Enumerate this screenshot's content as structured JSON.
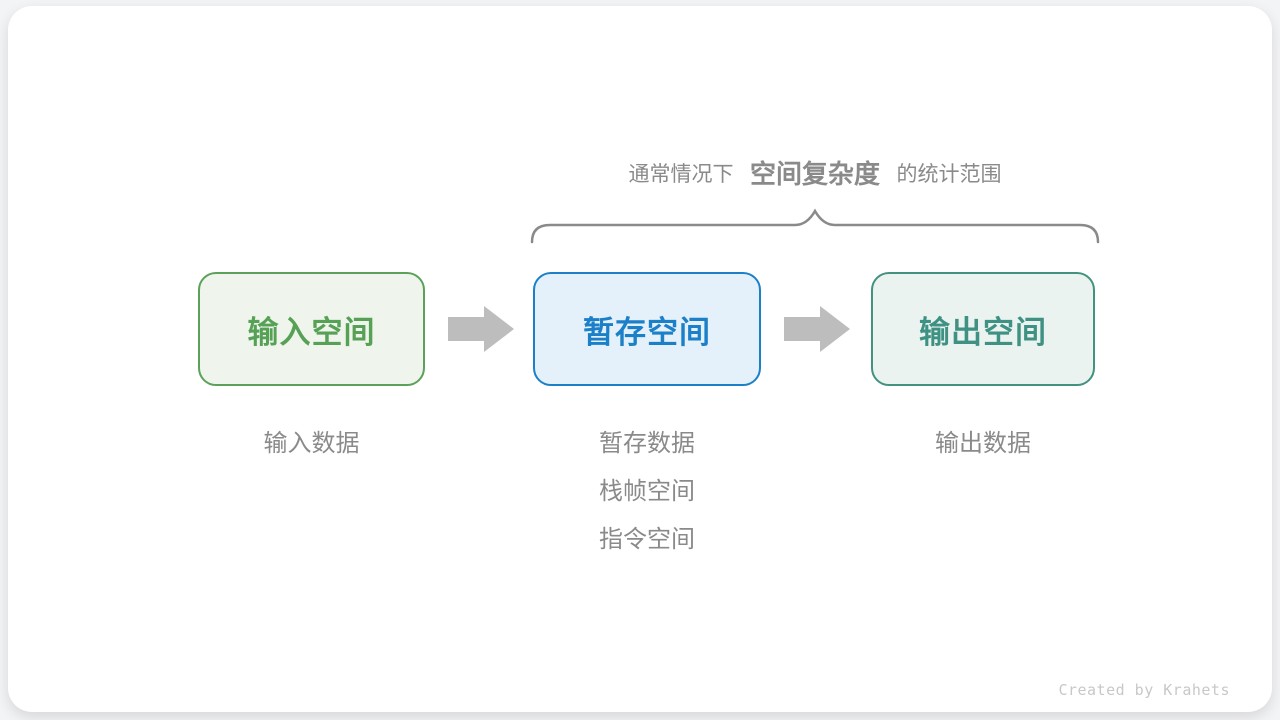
{
  "page": {
    "background_color": "#f3f4f6",
    "card_background_color": "#ffffff"
  },
  "header": {
    "prefix": "通常情况下",
    "highlight": "空间复杂度",
    "suffix": "的统计范围",
    "text_color": "#8a8a8a"
  },
  "brace": {
    "color": "#8a8a8a",
    "spans": "temp-space and output-space"
  },
  "flow": {
    "arrow_color": "#bdbdbd",
    "boxes": [
      {
        "id": "input-space",
        "label": "输入空间",
        "border_color": "#5ba15a",
        "background_color": "#eff5ec",
        "text_color": "#57a157"
      },
      {
        "id": "temp-space",
        "label": "暂存空间",
        "border_color": "#1c80c8",
        "background_color": "#e4f0fa",
        "text_color": "#1c80c8"
      },
      {
        "id": "output-space",
        "label": "输出空间",
        "border_color": "#43917f",
        "background_color": "#eaf3f0",
        "text_color": "#3f9183"
      }
    ]
  },
  "annotations": {
    "text_color": "#8a8a8a",
    "input_items": [
      "输入数据"
    ],
    "temp_items": [
      "暂存数据",
      "栈帧空间",
      "指令空间"
    ],
    "output_items": [
      "输出数据"
    ]
  },
  "footer": {
    "credit": "Created by Krahets",
    "text_color": "#c8c8c8"
  }
}
